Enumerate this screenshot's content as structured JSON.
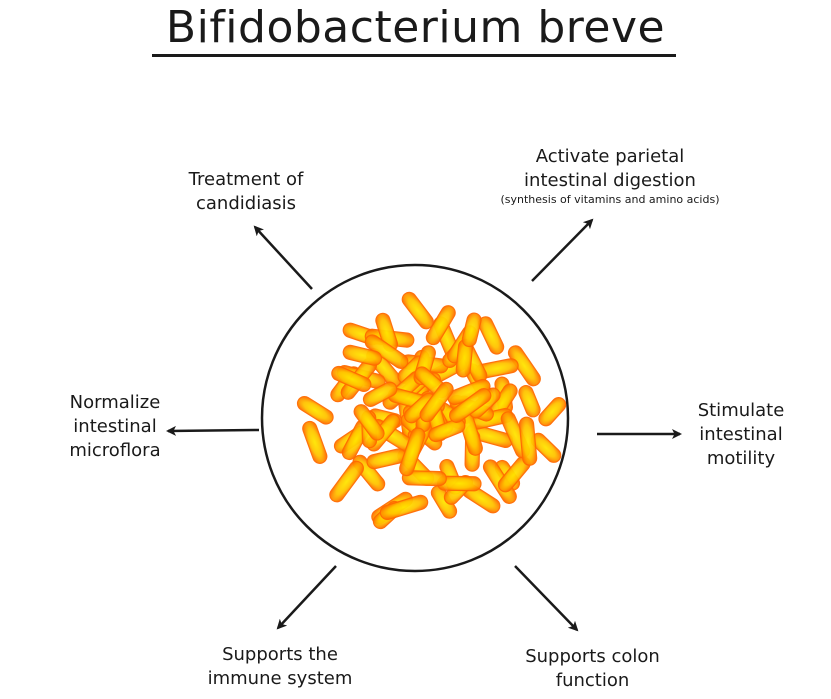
{
  "title": "Bifidobacterium breve",
  "benefits": {
    "top_left": {
      "line1": "Treatment of",
      "line2": "candidiasis"
    },
    "top_right": {
      "line1": "Activate parietal",
      "line2": "intestinal digestion",
      "note": "(synthesis of vitamins and amino acids)"
    },
    "left": {
      "line1": "Normalize",
      "line2": "intestinal",
      "line3": "microflora"
    },
    "right": {
      "line1": "Stimulate",
      "line2": "intestinal",
      "line3": "motility"
    },
    "bottom_left": {
      "line1": "Supports the",
      "line2": "immune system"
    },
    "bottom_right": {
      "line1": "Supports colon",
      "line2": "function"
    }
  },
  "colors": {
    "bacterium_core": "#ffd400",
    "bacterium_edge": "#ff6a00",
    "ink": "#1a1a1a"
  }
}
